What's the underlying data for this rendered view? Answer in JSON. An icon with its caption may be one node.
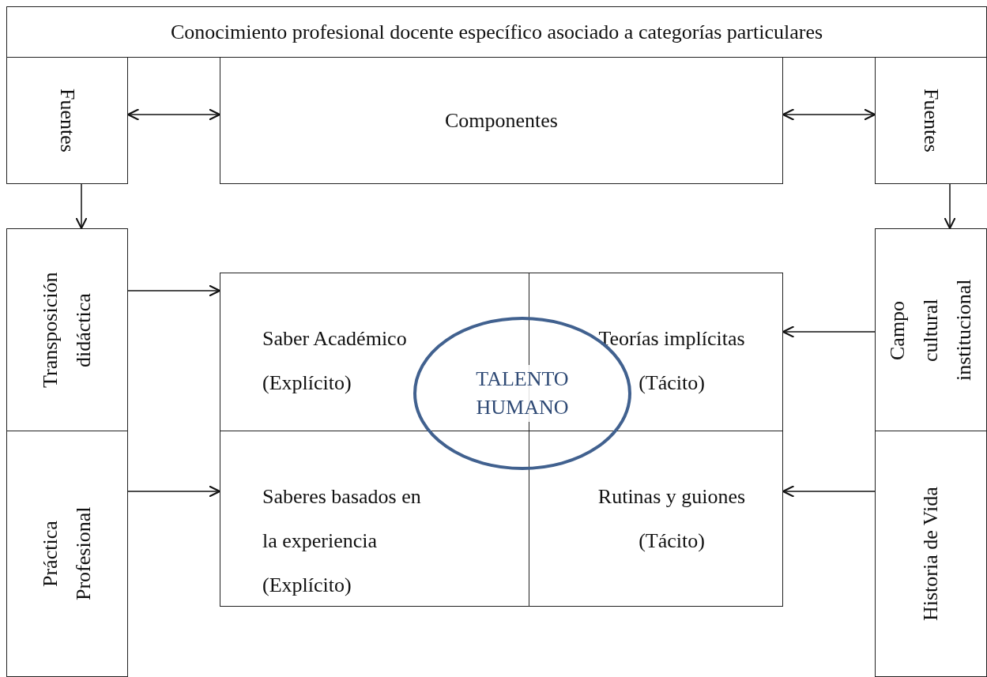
{
  "diagram": {
    "nodes": [
      {
        "text": [
          "Conocimiento profesional docente específico asociado a categorías particulares"
        ]
      },
      {
        "text": [
          "Fuentes"
        ]
      },
      {
        "text": [
          "Componentes"
        ]
      },
      {
        "text": [
          "Fuentes"
        ]
      },
      {
        "text": [
          "Transposición didáctica"
        ]
      },
      {
        "text": [
          "Práctica Profesional"
        ]
      },
      {
        "text": [
          "Campo cultural institucional"
        ]
      },
      {
        "text": [
          "Historia de Vida"
        ]
      },
      {
        "text": [
          "Saber Académico",
          "(Explícito)"
        ]
      },
      {
        "text": [
          "Teorías implícitas",
          "(Tácito)"
        ]
      },
      {
        "text": [
          "Saberes basados en la experiencia",
          "(Explícito)"
        ]
      },
      {
        "text": [
          "Rutinas y guiones",
          "(Tácito)"
        ]
      },
      {
        "text": [
          "TALENTO HUMANO"
        ]
      }
    ],
    "edges": [
      {
        "from": 1,
        "to": 2,
        "arrow": "both"
      },
      {
        "from": 2,
        "to": 3,
        "arrow": "both"
      },
      {
        "from": 1,
        "to": 4,
        "arrow": "to"
      },
      {
        "from": 3,
        "to": 6,
        "arrow": "to"
      },
      {
        "from": 4,
        "to": 8,
        "arrow": "to"
      },
      {
        "from": 5,
        "to": 10,
        "arrow": "to"
      },
      {
        "from": 6,
        "to": 9,
        "arrow": "to"
      },
      {
        "from": 7,
        "to": 11,
        "arrow": "to"
      }
    ]
  }
}
